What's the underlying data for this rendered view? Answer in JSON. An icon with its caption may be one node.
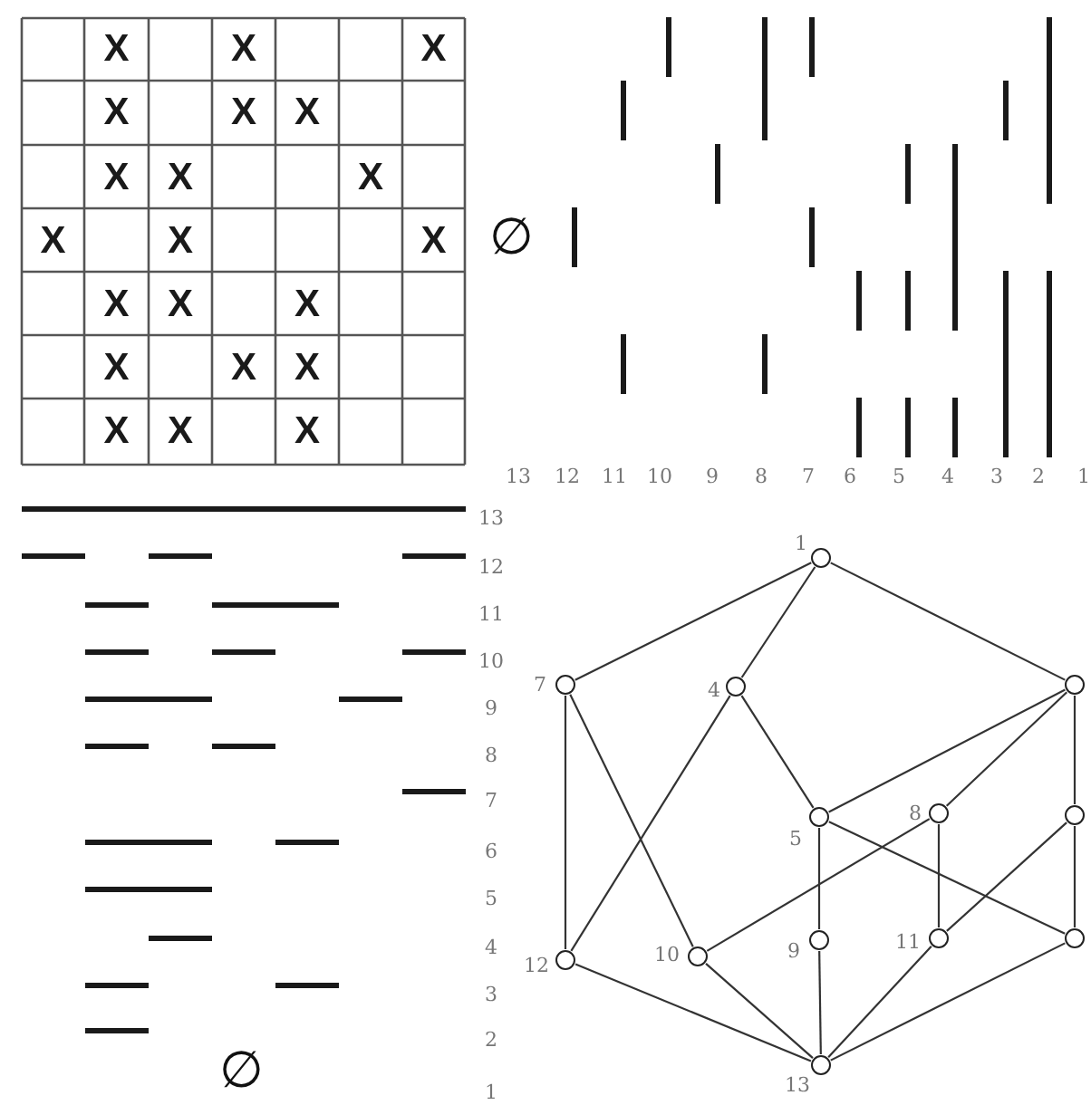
{
  "diagram": {
    "nodes": [
      {
        "text": [],
        "shape": "circle",
        "beside": [
          "1"
        ]
      },
      {
        "text": [],
        "shape": "circle",
        "beside": [
          "7"
        ]
      },
      {
        "text": [],
        "shape": "circle",
        "beside": [
          "4"
        ]
      },
      {
        "text": [],
        "shape": "circle"
      },
      {
        "text": [],
        "shape": "circle",
        "beside": [
          "5"
        ]
      },
      {
        "text": [],
        "shape": "circle",
        "beside": [
          "8"
        ]
      },
      {
        "text": [],
        "shape": "circle"
      },
      {
        "text": [],
        "shape": "circle",
        "beside": [
          "12"
        ]
      },
      {
        "text": [],
        "shape": "circle",
        "beside": [
          "10"
        ]
      },
      {
        "text": [],
        "shape": "circle",
        "beside": [
          "9"
        ]
      },
      {
        "text": [],
        "shape": "circle",
        "beside": [
          "11"
        ]
      },
      {
        "text": [],
        "shape": "circle"
      },
      {
        "text": [],
        "shape": "circle",
        "beside": [
          "13"
        ]
      }
    ],
    "edges": [
      {
        "from": 0,
        "to": 1,
        "arrow": "none"
      },
      {
        "from": 0,
        "to": 2,
        "arrow": "none"
      },
      {
        "from": 0,
        "to": 3,
        "arrow": "none"
      },
      {
        "from": 1,
        "to": 7,
        "arrow": "none"
      },
      {
        "from": 1,
        "to": 8,
        "arrow": "none"
      },
      {
        "from": 2,
        "to": 7,
        "arrow": "none"
      },
      {
        "from": 2,
        "to": 4,
        "arrow": "none"
      },
      {
        "from": 3,
        "to": 4,
        "arrow": "none"
      },
      {
        "from": 3,
        "to": 5,
        "arrow": "none"
      },
      {
        "from": 3,
        "to": 6,
        "arrow": "none"
      },
      {
        "from": 4,
        "to": 9,
        "arrow": "none"
      },
      {
        "from": 4,
        "to": 11,
        "arrow": "none"
      },
      {
        "from": 5,
        "to": 8,
        "arrow": "none"
      },
      {
        "from": 5,
        "to": 10,
        "arrow": "none"
      },
      {
        "from": 6,
        "to": 10,
        "arrow": "none"
      },
      {
        "from": 6,
        "to": 11,
        "arrow": "none"
      },
      {
        "from": 7,
        "to": 12,
        "arrow": "none"
      },
      {
        "from": 8,
        "to": 12,
        "arrow": "none"
      },
      {
        "from": 9,
        "to": 12,
        "arrow": "none"
      },
      {
        "from": 10,
        "to": 12,
        "arrow": "none"
      },
      {
        "from": 11,
        "to": 12,
        "arrow": "none"
      }
    ],
    "labels": [
      "X",
      "X",
      "X",
      "X",
      "X",
      "X",
      "X",
      "X",
      "X",
      "X",
      "X",
      "X",
      "X",
      "X",
      "X",
      "X",
      "X",
      "X",
      "X",
      "X",
      "X",
      "∅",
      "13",
      "12",
      "11",
      "10",
      "9",
      "8",
      "7",
      "6",
      "5",
      "4",
      "3",
      "2",
      "1",
      "13",
      "12",
      "11",
      "10",
      "9",
      "8",
      "7",
      "6",
      "5",
      "4",
      "3",
      "2",
      "1",
      "∅"
    ]
  }
}
